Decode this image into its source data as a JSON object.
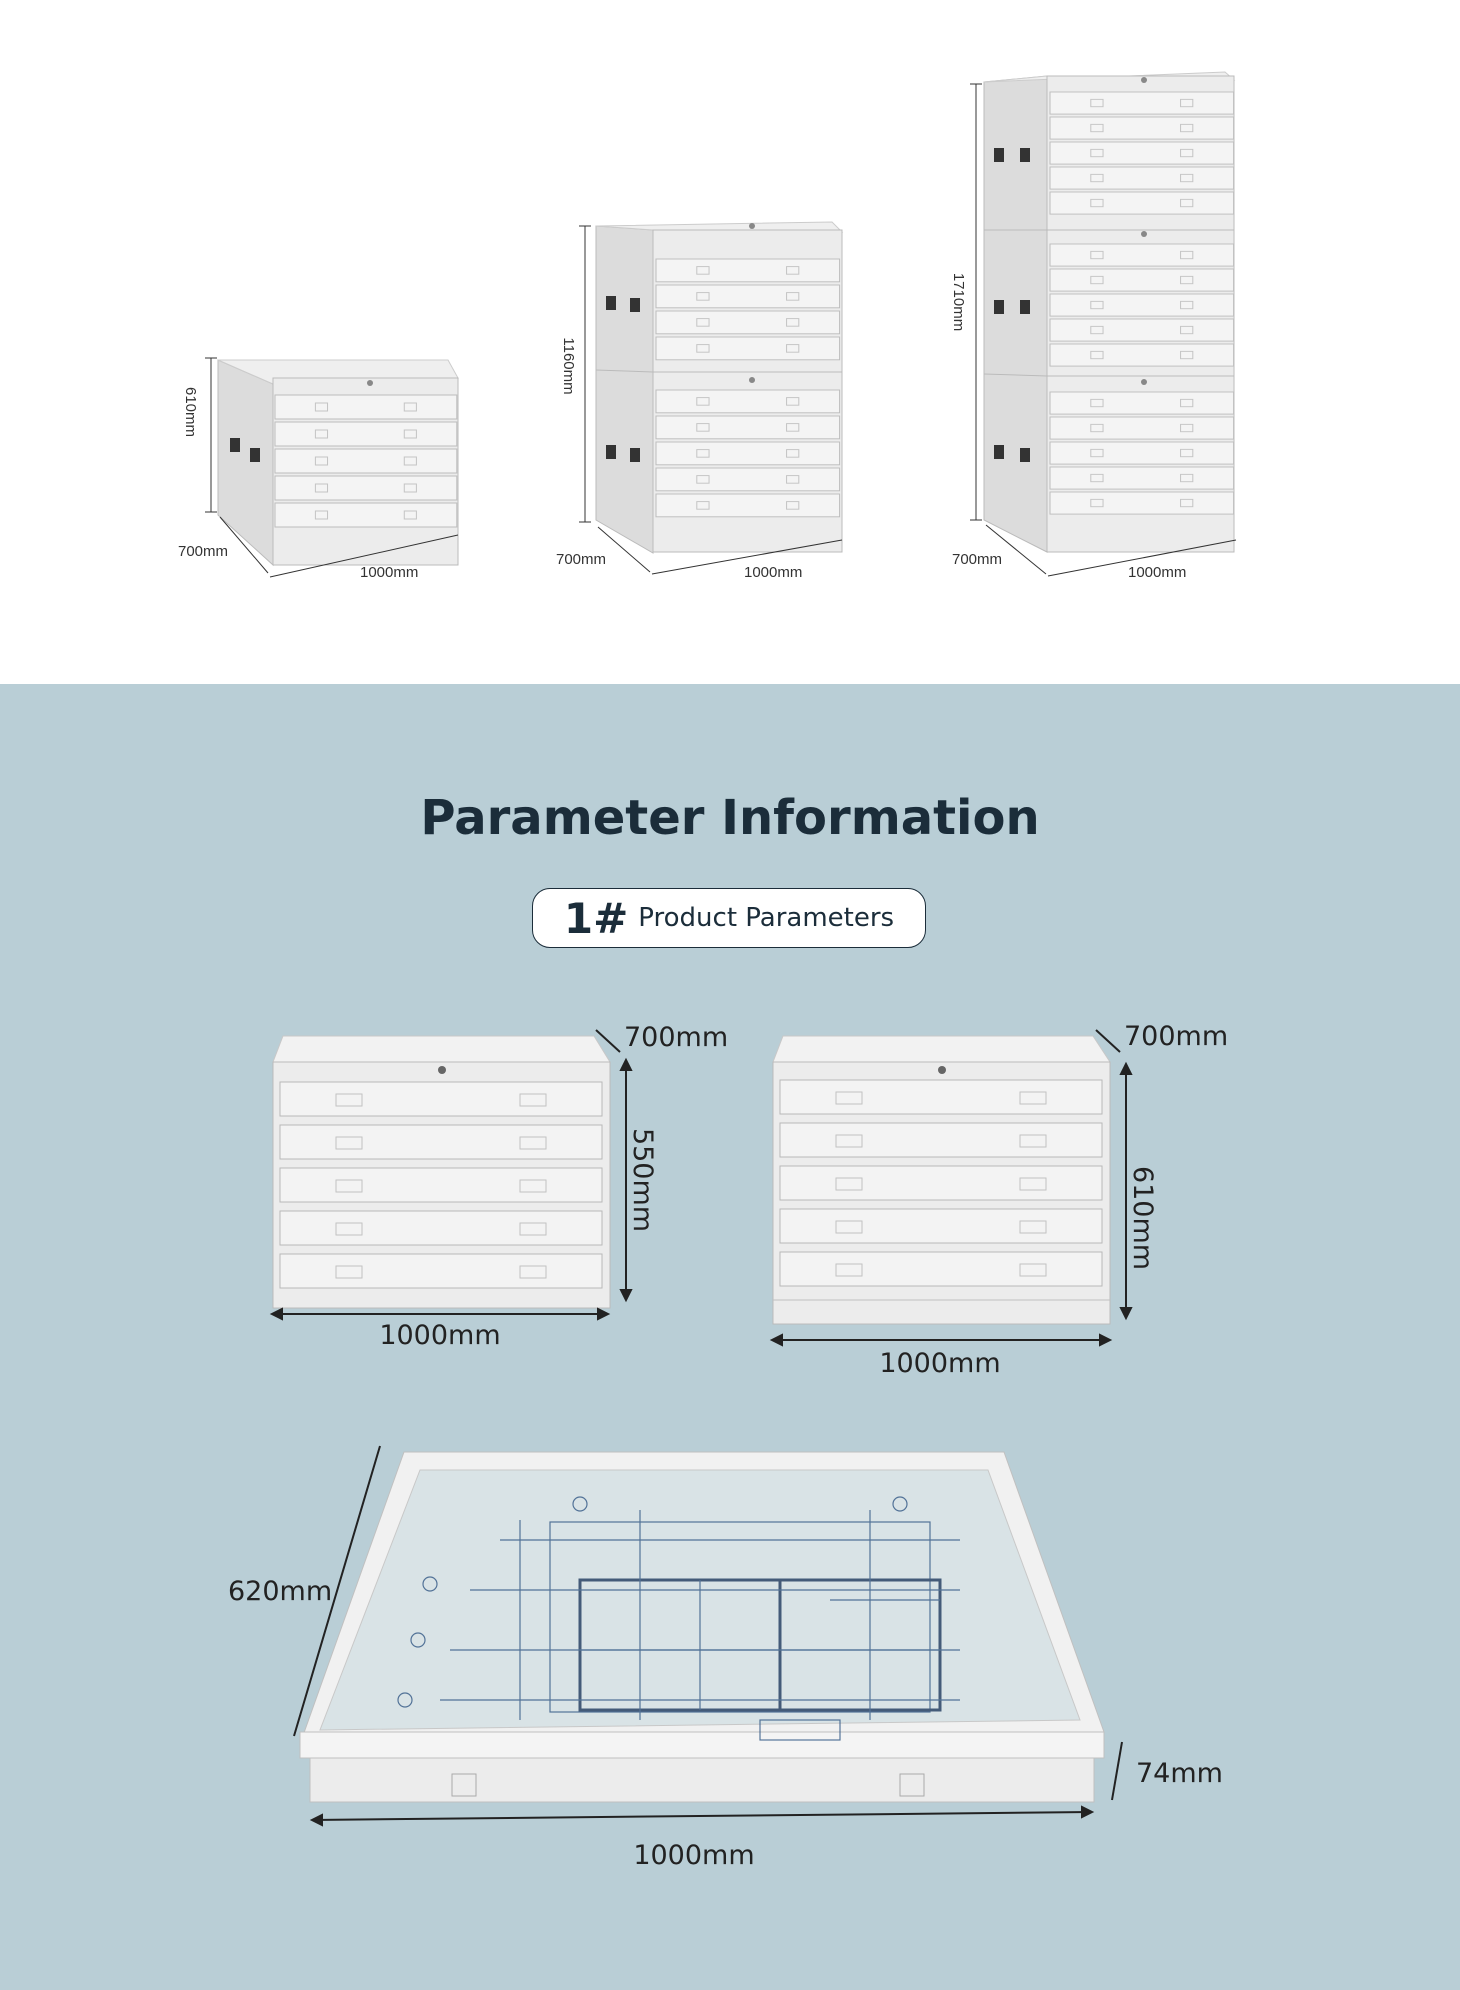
{
  "top_cabinets": [
    {
      "depth": "700mm",
      "width": "1000mm",
      "height": "610mm"
    },
    {
      "depth": "700mm",
      "width": "1000mm",
      "height": "1160mm"
    },
    {
      "depth": "700mm",
      "width": "1000mm",
      "height": "1710mm"
    }
  ],
  "section": {
    "title": "Parameter Information",
    "badge_number": "1#",
    "badge_label": "Product Parameters"
  },
  "unit_a": {
    "depth": "700mm",
    "height": "550mm",
    "width": "1000mm"
  },
  "unit_b": {
    "depth": "700mm",
    "height": "610mm",
    "width": "1000mm"
  },
  "drawer": {
    "depth": "620mm",
    "height": "74mm",
    "width": "1000mm"
  },
  "colors": {
    "top_bg": "#ffffff",
    "bottom_bg": "#b9ced6",
    "title": "#1b2d3a",
    "cabinet": "#ececec"
  }
}
